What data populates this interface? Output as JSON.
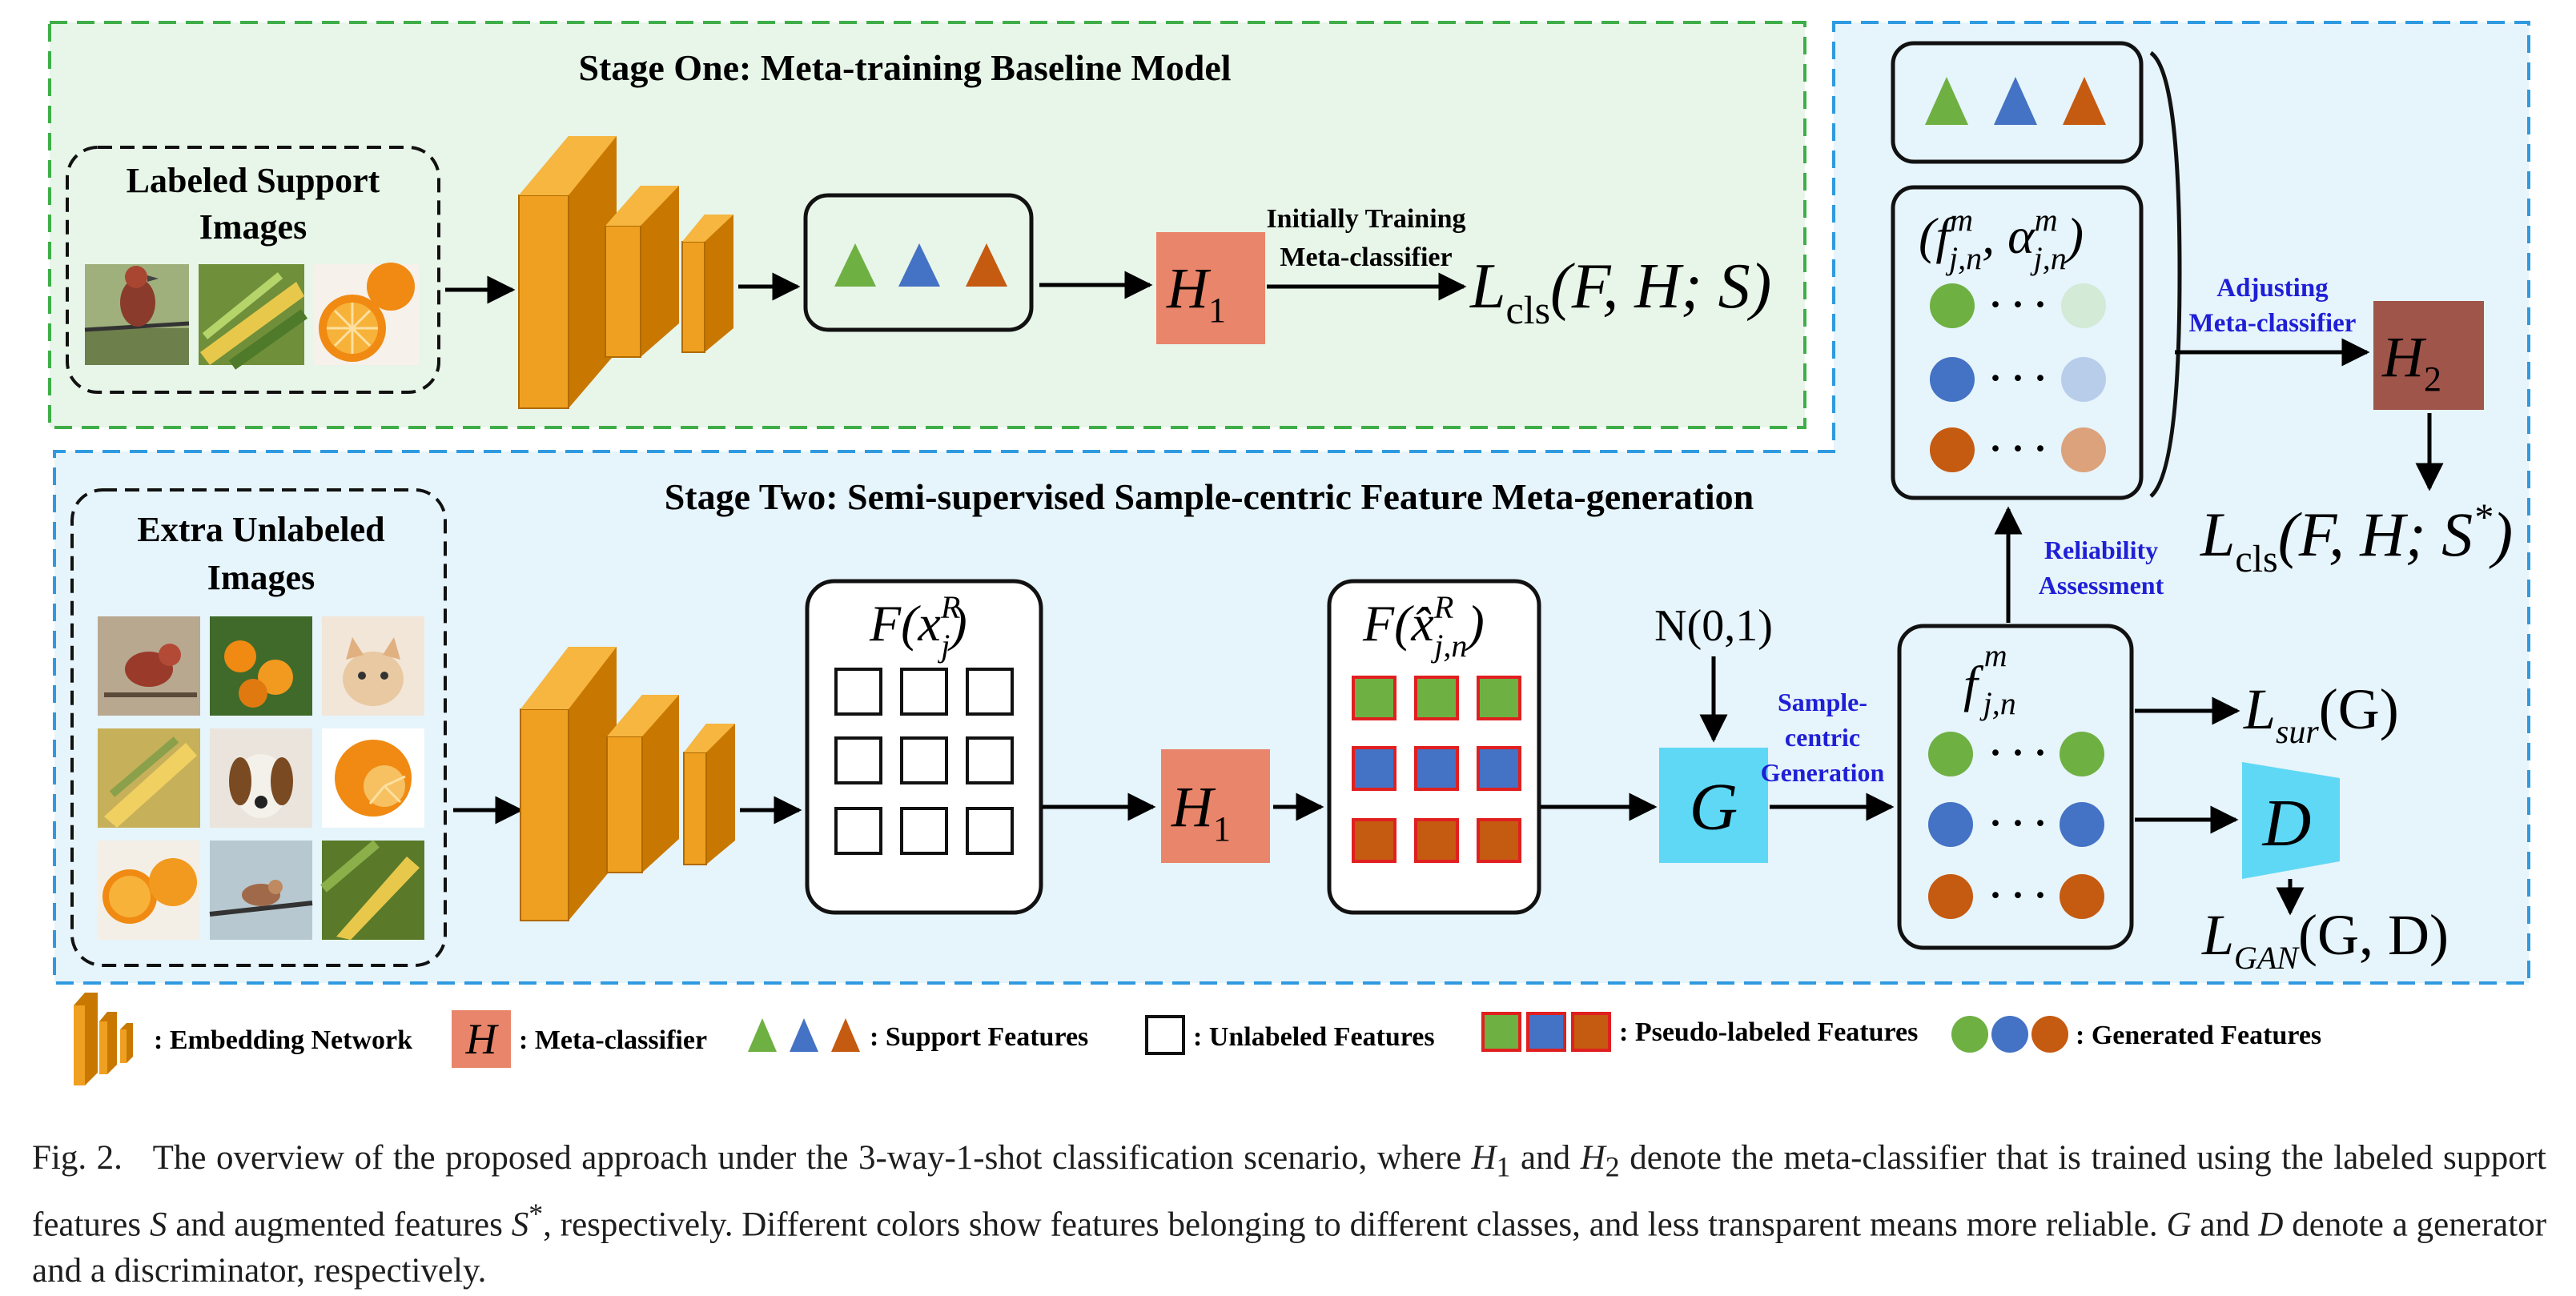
{
  "stage_one": {
    "title": "Stage One: Meta-training Baseline Model",
    "support_box_title_1": "Labeled Support",
    "support_box_title_2": "Images",
    "train_label_1": "Initially Training",
    "train_label_2": "Meta-classifier",
    "h1": "H",
    "h1_sub": "1",
    "loss": "L",
    "loss_sub": "cls",
    "loss_args": "(F, H; S)"
  },
  "stage_two": {
    "title": "Stage Two: Semi-supervised Sample-centric Feature Meta-generation",
    "unlabeled_box_title_1": "Extra Unlabeled",
    "unlabeled_box_title_2": "Images",
    "unlabeled_feat_f": "F(x",
    "unlabeled_feat_sup": "R",
    "unlabeled_feat_sub": "j",
    "pseudo_feat_f": "F(x̂",
    "pseudo_feat_sup": "R",
    "pseudo_feat_sub": "j,n",
    "noise": "N(0,1)",
    "generator": "G",
    "gen_label_1": "Sample-",
    "gen_label_2": "centric",
    "gen_label_3": "Generation",
    "gen_feat_f": "f",
    "gen_feat_sup": "m",
    "gen_feat_sub": "j,n",
    "loss_sur": "L",
    "loss_sur_sub": "sur",
    "loss_sur_args": "(G)",
    "discriminator": "D",
    "loss_gan": "L",
    "loss_gan_sub": "GAN",
    "loss_gan_args": "(G, D)",
    "reliability_1": "Reliability",
    "reliability_2": "Assessment",
    "weighted_f": "(f",
    "weighted_sup1": "m",
    "weighted_sub1": "j,n",
    "weighted_alpha": ", α",
    "weighted_sup2": "m",
    "weighted_sub2": "j,n",
    "weighted_close": ")",
    "ellipsis": "· · ·",
    "adjust_1": "Adjusting",
    "adjust_2": "Meta-classifier",
    "h2": "H",
    "h2_sub": "2",
    "loss2": "L",
    "loss2_sub": "cls",
    "loss2_args": "(F, H; S",
    "loss2_sup": "*",
    "loss2_close": ")"
  },
  "legend": {
    "embedding": ": Embedding Network",
    "h_symbol": "H",
    "meta_classifier": ": Meta-classifier",
    "support": ": Support Features",
    "unlabeled": ": Unlabeled Features",
    "pseudo": ": Pseudo-labeled Features",
    "generated": ": Generated Features"
  },
  "caption": {
    "prefix": "Fig. 2.",
    "t1": "The overview of the proposed approach under the 3-way-1-shot classification scenario, where ",
    "h": "H",
    "s1": "1",
    "t2": " and ",
    "s2": "2",
    "t3": " denote the meta-classifier that is trained using the labeled support features ",
    "S": "S",
    "t4": " and augmented features ",
    "star": "*",
    "t5": ", respectively. Different colors show features belonging to different classes, and less transparent means more reliable. ",
    "G": "G",
    "t6": " and ",
    "D": "D",
    "t7": " denote a generator and a discriminator, respectively."
  },
  "colors": {
    "green": "#6fb043",
    "blue": "#4472c4",
    "orange": "#c55a11",
    "h1_fill": "#e8856a",
    "h2_fill": "#a0554a",
    "generator_fill": "#5fd8f5",
    "embed_fill": "#f0a020",
    "embed_side": "#c87800",
    "stage1_bg": "#e8f5e9",
    "stage1_border": "#4caf50",
    "stage2_bg": "#e6f4fb",
    "stage2_border": "#3a9ad9",
    "annotation_blue": "#1f1fd6"
  },
  "icons": [
    "bird-photo",
    "corn-photo",
    "orange-photo",
    "kitten-photo",
    "puppy-photo"
  ]
}
